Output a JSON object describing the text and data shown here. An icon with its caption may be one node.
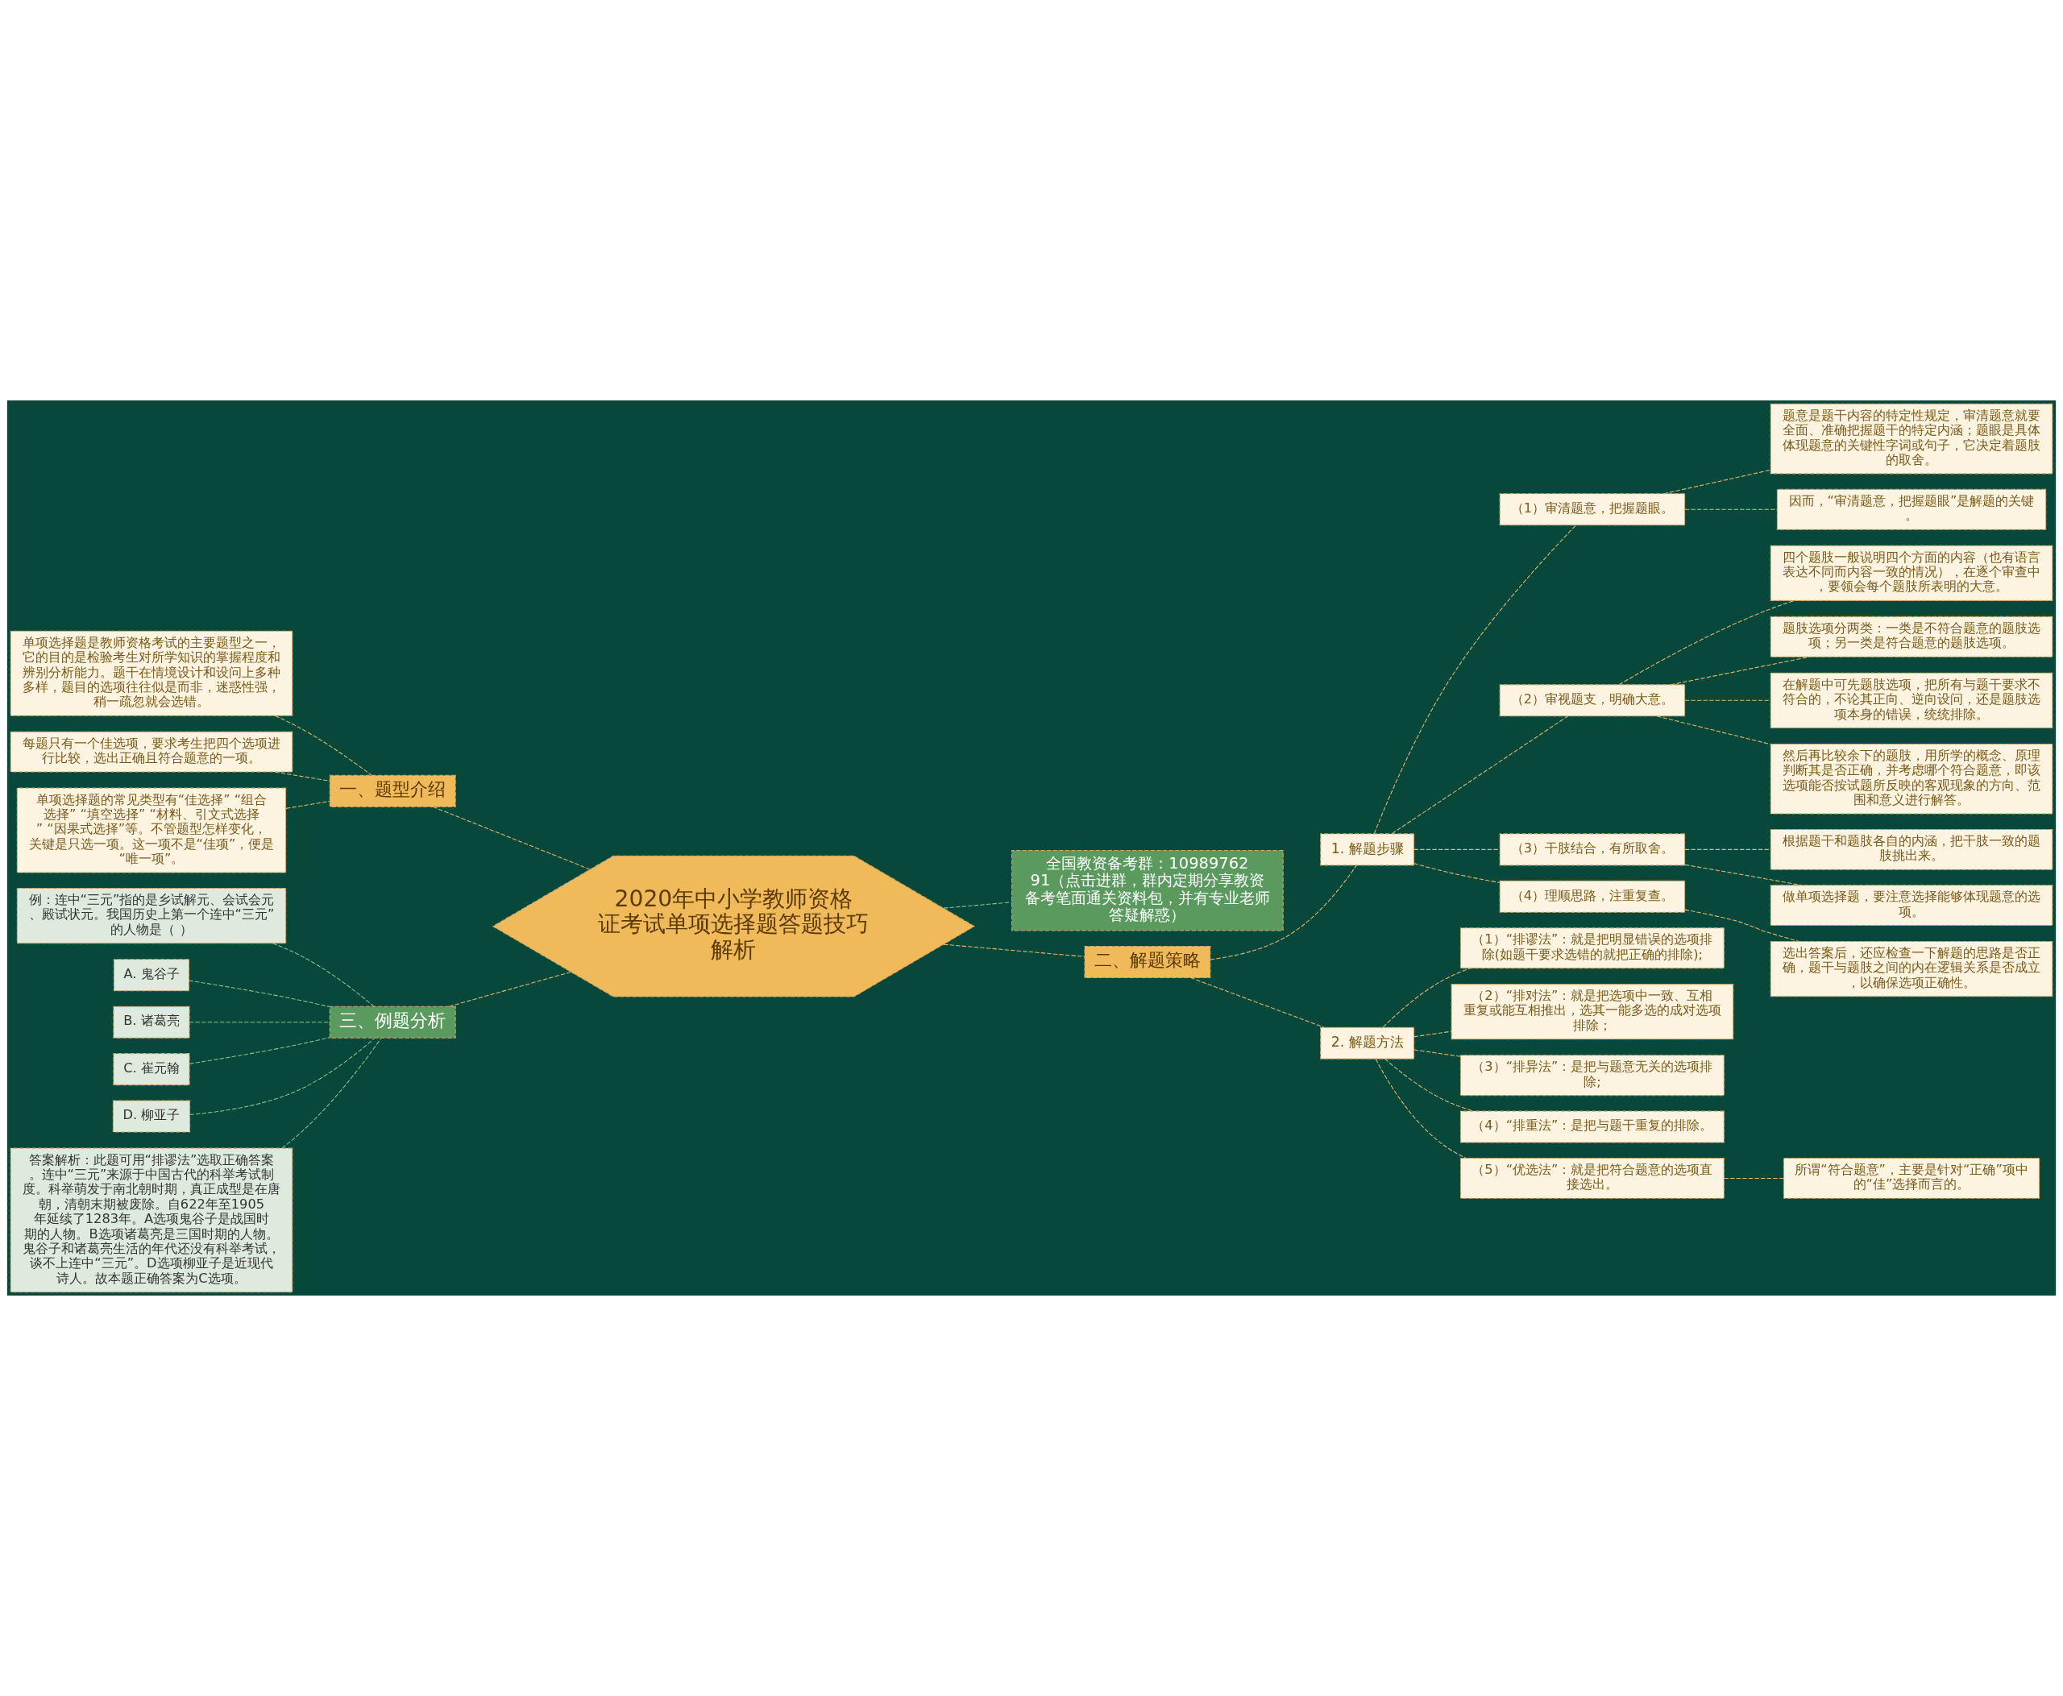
{
  "diagram": {
    "nodes": [
      {
        "text": [
          "2020年中小学教师资格证考试单项选择题答题技巧解析"
        ]
      },
      {
        "text": [
          "一、题型介绍"
        ]
      },
      {
        "text": [
          "单项选择题是教师资格考试的主要题型之一，它的目的是检验考生对所学知识的掌握程度和辨别分析能力。题干在情境设计和设问上多种多样，题目的选项往往似是而非，迷惑性强，稍一疏忽就会选错。"
        ]
      },
      {
        "text": [
          "每题只有一个佳选项，要求考生把四个选项进行比较，选出正确且符合题意的一项。"
        ]
      },
      {
        "text": [
          "单项选择题的常见类型有“佳选择” “组合选择” “填空选择” “材料、引文式选择” “因果式选择”等。不管题型怎样变化，关键是只选一项。这一项不是“佳项”，便是“唯一项”。"
        ]
      },
      {
        "text": [
          "三、例题分析"
        ]
      },
      {
        "text": [
          "例：连中“三元”指的是乡试解元、会试会元、殿试状元。我国历史上第一个连中“三元”的人物是（ ）"
        ]
      },
      {
        "text": [
          "A. 鬼谷子"
        ]
      },
      {
        "text": [
          "B. 诸葛亮"
        ]
      },
      {
        "text": [
          "C. 崔元翰"
        ]
      },
      {
        "text": [
          "D. 柳亚子"
        ]
      },
      {
        "text": [
          "答案解析：此题可用“排谬法”选取正确答案。连中“三元”来源于中国古代的科举考试制度。科举萌发于南北朝时期，真正成型是在唐朝，清朝末期被废除。自622年至1905年延续了1283年。A选项鬼谷子是战国时期的人物。B选项诸葛亮是三国时期的人物。鬼谷子和诸葛亮生活的年代还没有科举考试，谈不上连中“三元”。D选项柳亚子是近现代诗人。故本题正确答案为C选项。"
        ]
      },
      {
        "text": [
          "全国教资备考群：1098976291（点击进群，群内定期分享教资备考笔面通关资料包，并有专业老师答疑解惑）"
        ]
      },
      {
        "text": [
          "二、解题策略"
        ]
      },
      {
        "text": [
          "1. 解题步骤"
        ]
      },
      {
        "text": [
          "（1）审清题意，把握题眼。"
        ]
      },
      {
        "text": [
          "题意是题干内容的特定性规定，审清题意就要全面、准确把握题干的特定内涵；题眼是具体体现题意的关键性字词或句子，它决定着题肢的取舍。"
        ]
      },
      {
        "text": [
          "因而，“审清题意，把握题眼”是解题的关键。"
        ]
      },
      {
        "text": [
          "（2）审视题支，明确大意。"
        ]
      },
      {
        "text": [
          "四个题肢一般说明四个方面的内容（也有语言表达不同而内容一致的情况），在逐个审查中，要领会每个题肢所表明的大意。"
        ]
      },
      {
        "text": [
          "题肢选项分两类：一类是不符合题意的题肢选项；另一类是符合题意的题肢选项。"
        ]
      },
      {
        "text": [
          "在解题中可先题肢选项，把所有与题干要求不符合的，不论其正向、逆向设问，还是题肢选项本身的错误，统统排除。"
        ]
      },
      {
        "text": [
          "然后再比较余下的题肢，用所学的概念、原理判断其是否正确，并考虑哪个符合题意，即该选项能否按试题所反映的客观现象的方向、范围和意义进行解答。"
        ]
      },
      {
        "text": [
          "（3）干肢结合，有所取舍。"
        ]
      },
      {
        "text": [
          "根据题干和题肢各自的内涵，把干肢一致的题肢挑出来。"
        ]
      },
      {
        "text": [
          "做单项选择题，要注意选择能够体现题意的选项。"
        ]
      },
      {
        "text": [
          "（4）理顺思路，注重复查。"
        ]
      },
      {
        "text": [
          "选出答案后，还应检查一下解题的思路是否正确，题干与题肢之间的内在逻辑关系是否成立，以确保选项正确性。"
        ]
      },
      {
        "text": [
          "2. 解题方法"
        ]
      },
      {
        "text": [
          "（1）“排谬法”：就是把明显错误的选项排除(如题干要求选错的就把正确的排除);"
        ]
      },
      {
        "text": [
          "（2）“排对法”：就是把选项中一致、互相重复或能互相推出，选其一能多选的成对选项排除；"
        ]
      },
      {
        "text": [
          "（3）“排异法”：是把与题意无关的选项排除;"
        ]
      },
      {
        "text": [
          "（4）“排重法”：是把与题干重复的排除。"
        ]
      },
      {
        "text": [
          "（5）“优选法”：就是把符合题意的选项直接选出。"
        ]
      },
      {
        "text": [
          "所谓“符合题意”，主要是针对“正确”项中的“佳”选择而言的。"
        ]
      }
    ],
    "edges": [
      {
        "from": 0,
        "to": 1,
        "arrow": "none",
        "style": "dashed"
      },
      {
        "from": 1,
        "to": 2,
        "arrow": "none",
        "style": "dashed"
      },
      {
        "from": 1,
        "to": 3,
        "arrow": "none",
        "style": "dashed"
      },
      {
        "from": 1,
        "to": 4,
        "arrow": "none",
        "style": "dashed"
      },
      {
        "from": 0,
        "to": 5,
        "arrow": "none",
        "style": "dashed"
      },
      {
        "from": 5,
        "to": 6,
        "arrow": "none",
        "style": "dashed",
        "color": "#8fbf8f"
      },
      {
        "from": 5,
        "to": 7,
        "arrow": "none",
        "style": "dashed",
        "color": "#8fbf8f"
      },
      {
        "from": 5,
        "to": 8,
        "arrow": "none",
        "style": "dashed",
        "color": "#8fbf8f"
      },
      {
        "from": 5,
        "to": 9,
        "arrow": "none",
        "style": "dashed",
        "color": "#8fbf8f"
      },
      {
        "from": 5,
        "to": 10,
        "arrow": "none",
        "style": "dashed",
        "color": "#8fbf8f"
      },
      {
        "from": 5,
        "to": 11,
        "arrow": "none",
        "style": "dashed",
        "color": "#8fbf8f"
      },
      {
        "from": 0,
        "to": 12,
        "arrow": "none",
        "style": "dashed",
        "color": "#8fbf8f"
      },
      {
        "from": 0,
        "to": 13,
        "arrow": "none",
        "style": "dashed"
      },
      {
        "from": 13,
        "to": 14,
        "arrow": "none",
        "style": "dashed"
      },
      {
        "from": 14,
        "to": 15,
        "arrow": "none",
        "style": "dashed"
      },
      {
        "from": 15,
        "to": 16,
        "arrow": "none",
        "style": "dashed"
      },
      {
        "from": 15,
        "to": 17,
        "arrow": "none",
        "style": "dashed"
      },
      {
        "from": 14,
        "to": 18,
        "arrow": "none",
        "style": "dashed"
      },
      {
        "from": 18,
        "to": 19,
        "arrow": "none",
        "style": "dashed"
      },
      {
        "from": 18,
        "to": 20,
        "arrow": "none",
        "style": "dashed"
      },
      {
        "from": 18,
        "to": 21,
        "arrow": "none",
        "style": "dashed"
      },
      {
        "from": 18,
        "to": 22,
        "arrow": "none",
        "style": "dashed"
      },
      {
        "from": 14,
        "to": 23,
        "arrow": "none",
        "style": "dashed"
      },
      {
        "from": 23,
        "to": 24,
        "arrow": "none",
        "style": "dashed"
      },
      {
        "from": 23,
        "to": 25,
        "arrow": "none",
        "style": "dashed"
      },
      {
        "from": 14,
        "to": 26,
        "arrow": "none",
        "style": "dashed"
      },
      {
        "from": 26,
        "to": 27,
        "arrow": "none",
        "style": "dashed"
      },
      {
        "from": 13,
        "to": 28,
        "arrow": "none",
        "style": "dashed"
      },
      {
        "from": 28,
        "to": 29,
        "arrow": "none",
        "style": "dashed"
      },
      {
        "from": 28,
        "to": 30,
        "arrow": "none",
        "style": "dashed"
      },
      {
        "from": 28,
        "to": 31,
        "arrow": "none",
        "style": "dashed"
      },
      {
        "from": 28,
        "to": 32,
        "arrow": "none",
        "style": "dashed"
      },
      {
        "from": 28,
        "to": 33,
        "arrow": "none",
        "style": "dashed"
      },
      {
        "from": 33,
        "to": 34,
        "arrow": "none",
        "style": "dashed"
      }
    ]
  }
}
